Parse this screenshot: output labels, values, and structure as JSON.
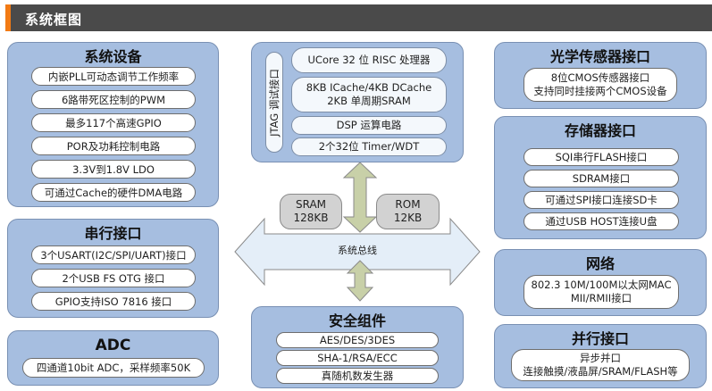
{
  "header": {
    "title": "系统框图",
    "accent_color": "#f27a14",
    "bar_color": "#4a4a4a"
  },
  "colors": {
    "panel": "#a6bee0",
    "bus": "#e4eef8",
    "arrow": "#c8d0a8",
    "memory": "#d2d2d2"
  },
  "left": {
    "system_devices": {
      "title": "系统设备",
      "items": [
        "内嵌PLL可动态调节工作频率",
        "6路带死区控制的PWM",
        "最多117个高速GPIO",
        "POR及功耗控制电路",
        "3.3V到1.8V LDO",
        "可通过Cache的硬件DMA电路"
      ]
    },
    "serial": {
      "title": "串行接口",
      "items": [
        "3个USART(I2C/SPI/UART)接口",
        "2个USB FS OTG 接口",
        "GPIO支持ISO 7816 接口"
      ]
    },
    "adc": {
      "title": "ADC",
      "items": [
        "四通道10bit ADC，采样频率50K"
      ]
    }
  },
  "center": {
    "core": {
      "jtag": "JTAG 调试接口",
      "items": [
        "UCore 32 位 RISC 处理器",
        "8KB ICache/4KB DCache",
        "2KB 单周期SRAM",
        "DSP 运算电路",
        "2个32位 Timer/WDT"
      ]
    },
    "sram": {
      "line1": "SRAM",
      "line2": "128KB"
    },
    "rom": {
      "line1": "ROM",
      "line2": "12KB"
    },
    "bus_label": "系统总线",
    "security": {
      "title": "安全组件",
      "items": [
        "AES/DES/3DES",
        "SHA-1/RSA/ECC",
        "真随机数发生器"
      ]
    }
  },
  "right": {
    "optical": {
      "title": "光学传感器接口",
      "line1": "8位CMOS传感器接口",
      "line2": "支持同时挂接两个CMOS设备"
    },
    "storage": {
      "title": "存储器接口",
      "items": [
        "SQI串行FLASH接口",
        "SDRAM接口",
        "可通过SPI接口连接SD卡",
        "通过USB HOST连接U盘"
      ]
    },
    "network": {
      "title": "网络",
      "line1": "802.3 10M/100M以太网MAC",
      "line2": "MII/RMII接口"
    },
    "parallel": {
      "title": "并行接口",
      "line1": "异步并口",
      "line2": "连接触摸/液晶屏/SRAM/FLASH等"
    }
  }
}
